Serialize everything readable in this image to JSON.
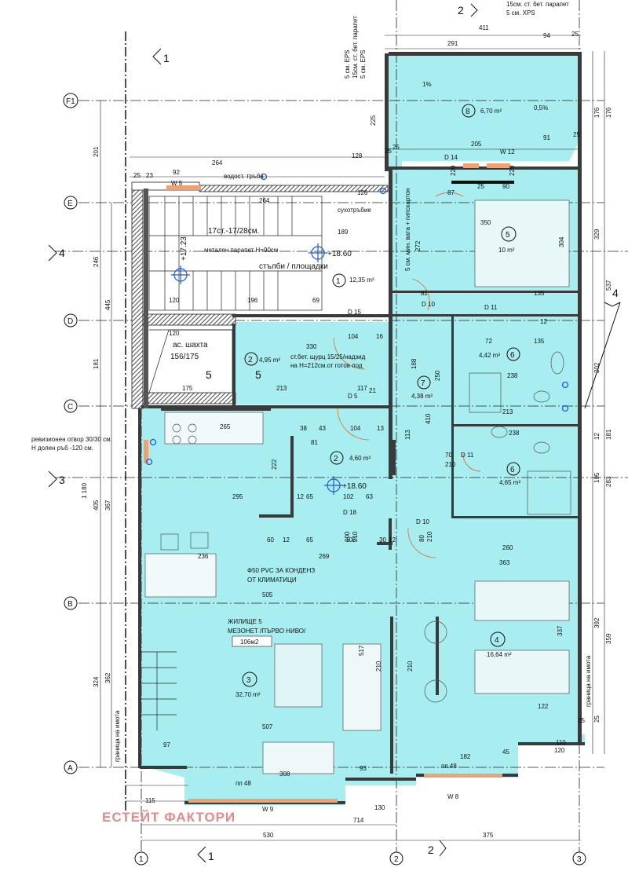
{
  "colors": {
    "room_fill": "#a8eef0",
    "wall": "#3a3a3a",
    "hatch": "#6a6a6a",
    "line": "#111111",
    "watermark": "#e38a88",
    "marker": "#1e5bd6"
  },
  "notes": {
    "roof_layers": [
      "15см. ст. бет. парапет",
      "5 см. XPS"
    ],
    "parapet_layers": [
      "5 см. EPS",
      "15см. ст. бет. парапет",
      "5 см. EPS"
    ],
    "water_pipe": "водост. тръба",
    "dry_riser": "сухотръбие",
    "wall_layer": "5 см. мин. вата + гипскартон",
    "stair_note": "17ст.-17/28см.",
    "railing": "метален парапет H=90см",
    "stairs_label": "стълби / площадки",
    "shaft": [
      "ас. шахта",
      "156/175"
    ],
    "ladder_note": [
      "ст.бет. щурц 15/25/надзид",
      "на H=212см.от готов под"
    ],
    "revision": [
      "ревизионен отвор 30/30 см.",
      "H долен ръб -120 см."
    ],
    "pvc": [
      "Ф50 PVC ЗА КОНДЕНЗ",
      "ОТ КЛИМАТИЦИ"
    ],
    "unit": [
      "ЖИЛИЩЕ 5",
      "МЕЗОНЕТ /ПЪРВО НИВО/"
    ],
    "unit_area": "106м2",
    "boundary": "граница на имота",
    "lintel_1": "пп 48",
    "lintel_2": "пп 48"
  },
  "levels": {
    "stair_level": "+17.23",
    "floor_1": "+18.60",
    "floor_2": "+18.60"
  },
  "rooms": [
    {
      "num": "1",
      "area": "12,35 m²"
    },
    {
      "num": "2",
      "area": "4,95 m²"
    },
    {
      "num": "2",
      "area": "4,60 m²"
    },
    {
      "num": "3",
      "area": "32,70 m²"
    },
    {
      "num": "4",
      "area": "16,64 m²"
    },
    {
      "num": "5",
      "area": "10 m²"
    },
    {
      "num": "6",
      "area": "4,42 m²"
    },
    {
      "num": "6",
      "area": "4,65 m²"
    },
    {
      "num": "7",
      "area": "4,38 m²"
    },
    {
      "num": "8",
      "area": "6,70 m²"
    }
  ],
  "slopes": [
    "1%",
    "0,5%"
  ],
  "axes": {
    "vertical": [
      "1",
      "2",
      "3"
    ],
    "horizontal": [
      "F1",
      "E",
      "D",
      "C",
      "B",
      "A"
    ],
    "sections": [
      "1",
      "2",
      "3",
      "4"
    ]
  },
  "openings": [
    "W 5",
    "W 12",
    "W 9",
    "W 8",
    "D 14",
    "D 15",
    "D 5",
    "D 10",
    "D 11",
    "D 11",
    "D 18",
    "D 10"
  ],
  "stair_numbers": [
    "5",
    "5"
  ],
  "dims": {
    "top": [
      "411",
      "291",
      "94",
      "25",
      "25",
      "264",
      "128",
      "25",
      "205",
      "91",
      "25",
      "25",
      "23",
      "92",
      "126",
      "264",
      "189",
      "87",
      "25",
      "90",
      "350"
    ],
    "right_outer": [
      "176",
      "176",
      "329",
      "537",
      "202",
      "181",
      "12",
      "283",
      "195",
      "359",
      "392",
      "25"
    ],
    "left_outer": [
      "201",
      "246",
      "445",
      "181",
      "1 180",
      "405",
      "367",
      "324",
      "362"
    ],
    "inner": [
      "120",
      "196",
      "69",
      "120",
      "330",
      "104",
      "16",
      "175",
      "213",
      "117",
      "265",
      "38",
      "43",
      "104",
      "13",
      "81",
      "222",
      "295",
      "12",
      "65",
      "102",
      "63",
      "60",
      "12",
      "65",
      "102",
      "30",
      "12",
      "269",
      "236",
      "505",
      "507",
      "97",
      "308",
      "93",
      "182",
      "110",
      "120",
      "115",
      "530",
      "714",
      "130",
      "375",
      "260",
      "363",
      "238",
      "135",
      "72",
      "213",
      "238",
      "82",
      "70",
      "210",
      "135",
      "304",
      "272",
      "250",
      "410",
      "188",
      "113",
      "100",
      "210",
      "80",
      "210",
      "517",
      "210",
      "210",
      "337",
      "122",
      "45",
      "25"
    ],
    "misc": [
      "225",
      "220",
      "220",
      "21",
      "12"
    ]
  },
  "watermark": "ЕСТЕЙТ ФАКТОРИ"
}
